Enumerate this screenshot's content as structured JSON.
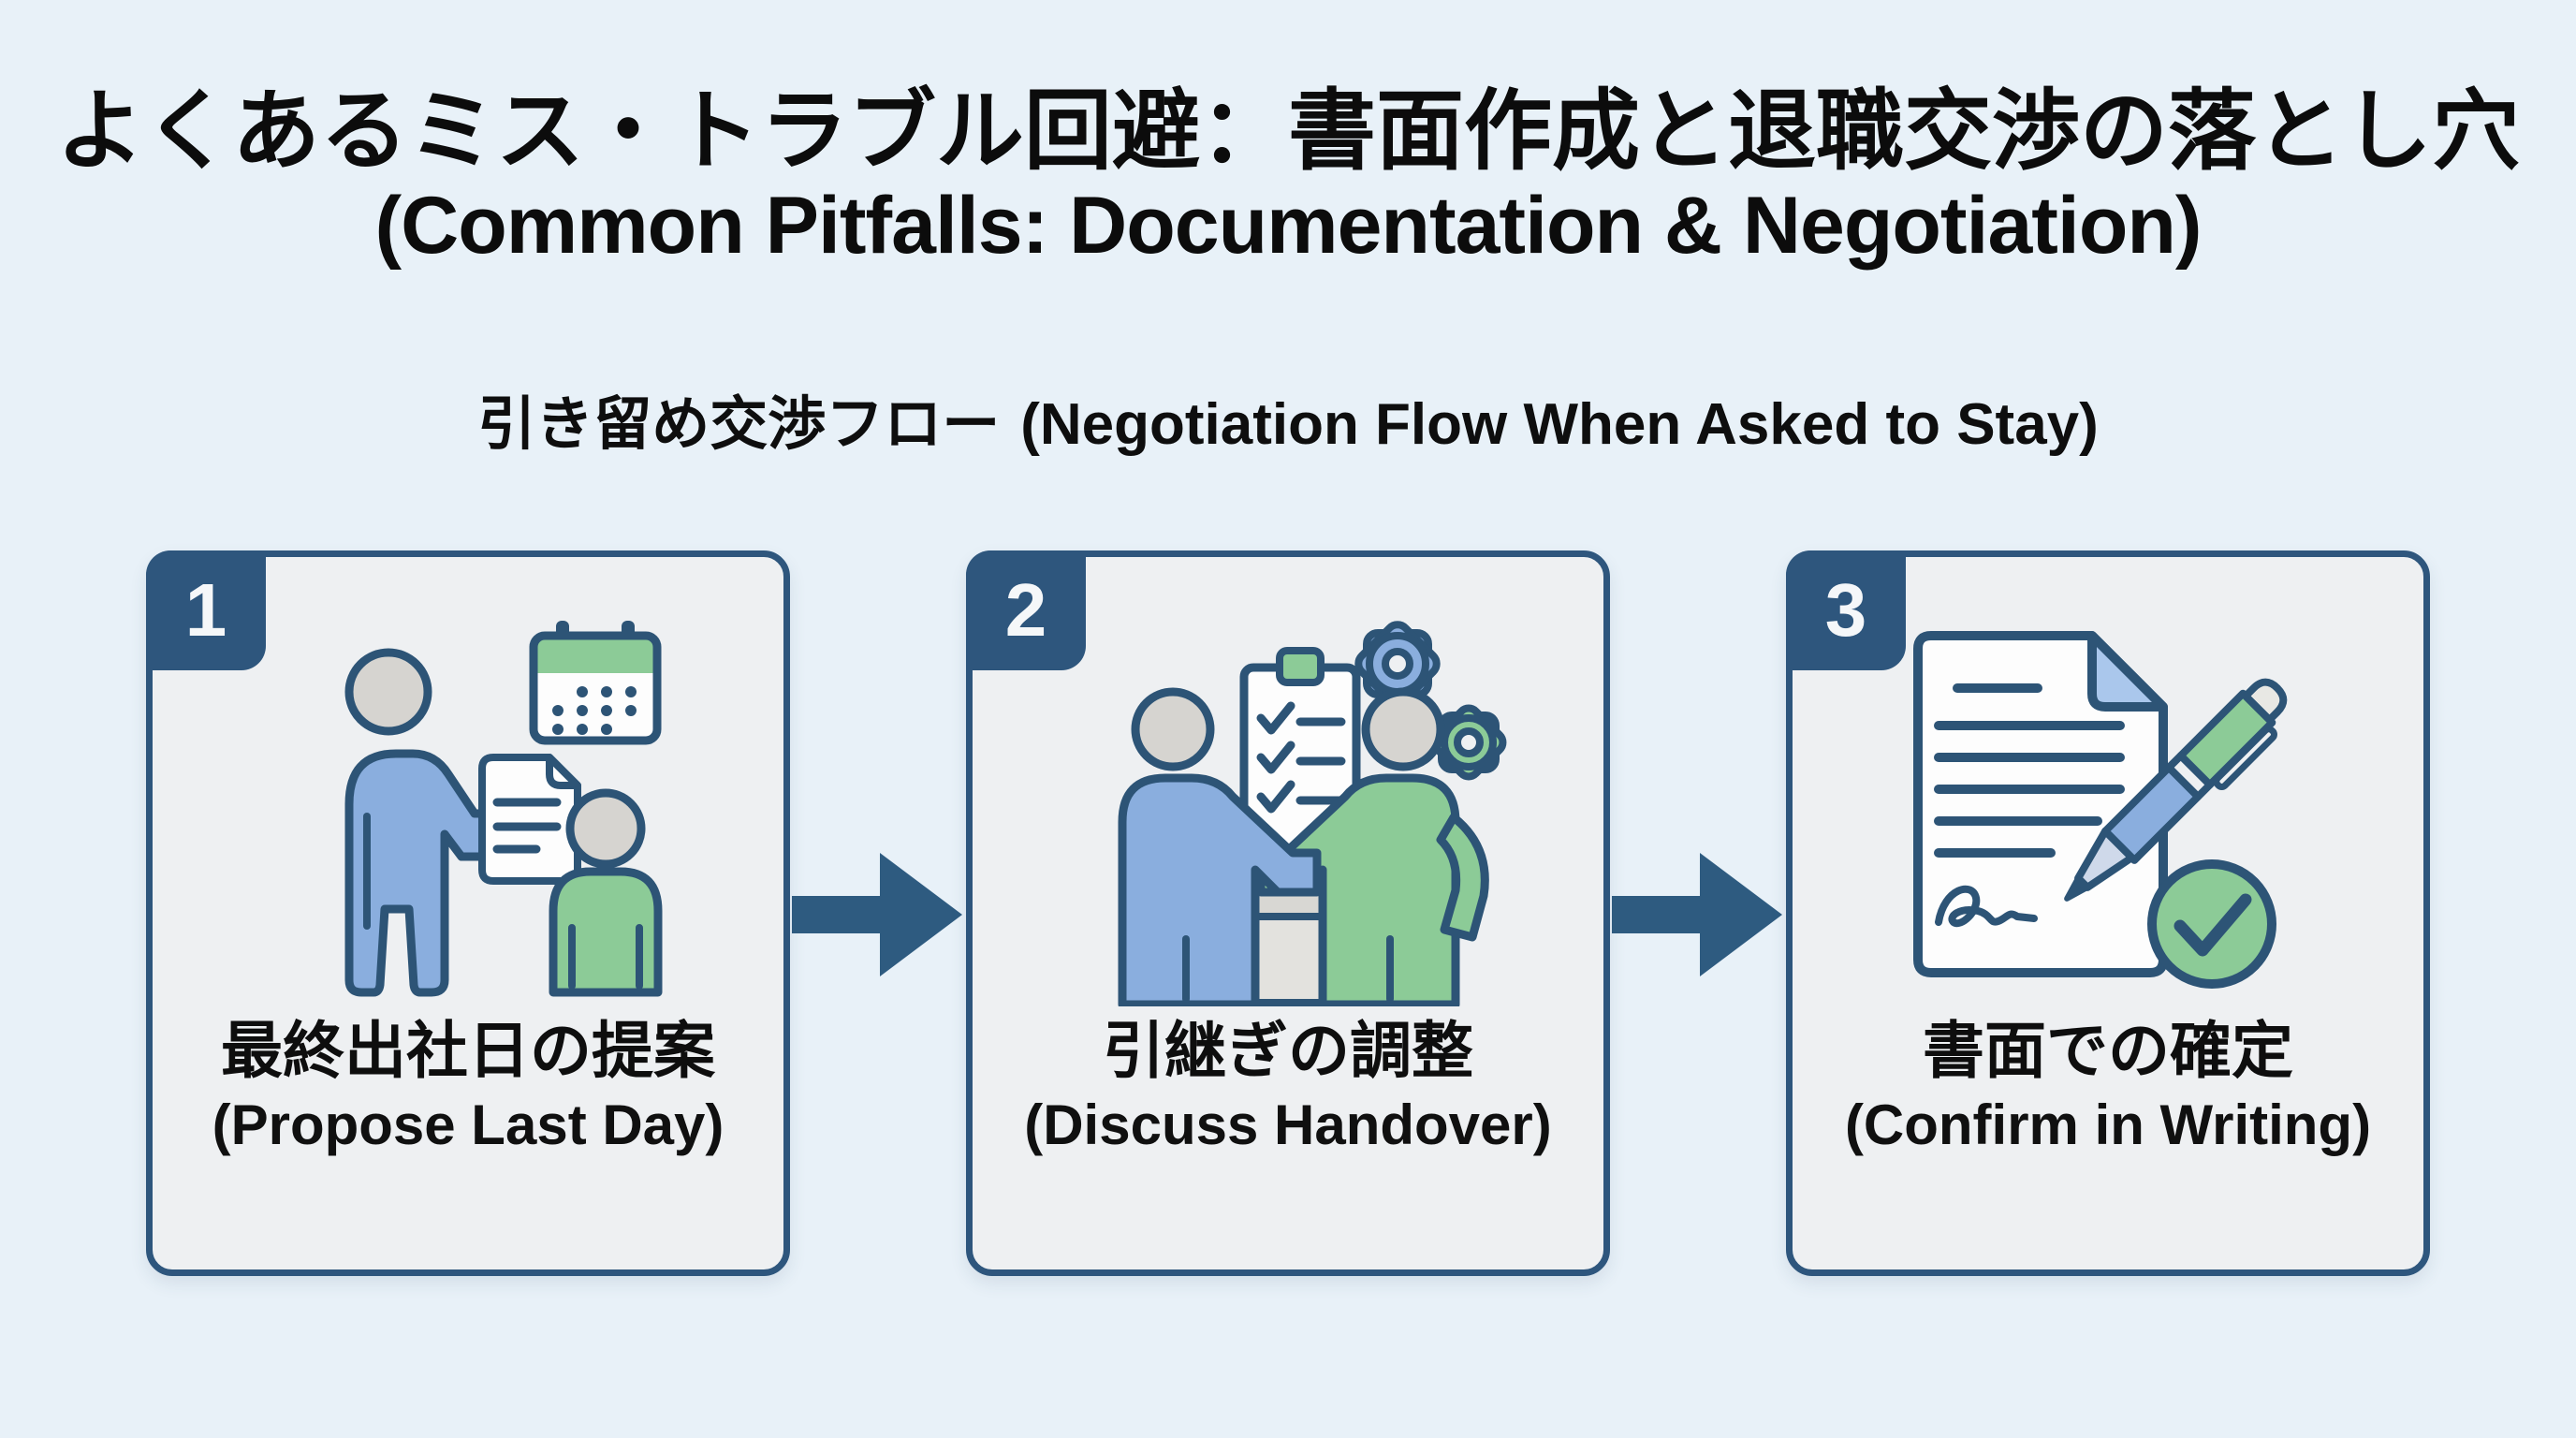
{
  "header": {
    "title_jp": "よくあるミス・トラブル回避：書面作成と退職交渉の落とし穴",
    "title_en": "(Common Pitfalls: Documentation & Negotiation)",
    "subtitle_jp": "引き留め交渉フロー",
    "subtitle_en": "(Negotiation Flow When Asked to Stay)"
  },
  "flow": {
    "steps": [
      {
        "number": "1",
        "label_jp": "最終出社日の提案",
        "label_en": "(Propose Last Day)",
        "icon": "person-handing-document-with-calendar-icon"
      },
      {
        "number": "2",
        "label_jp": "引継ぎの調整",
        "label_en": "(Discuss Handover)",
        "icon": "handshake-over-table-with-checklist-and-gears-icon"
      },
      {
        "number": "3",
        "label_jp": "書面での確定",
        "label_en": "(Confirm in Writing)",
        "icon": "signed-document-pen-and-check-icon"
      }
    ]
  },
  "colors": {
    "background": "#e8f1f8",
    "card_background": "#eef0f2",
    "card_border": "#2e567d",
    "badge": "#2e567d",
    "arrow": "#2e5b80",
    "outline": "#2d5476",
    "person_blue": "#8aaede",
    "person_green": "#8ccb97",
    "head_gray": "#d6d4d0",
    "text": "#0d0d0d"
  }
}
